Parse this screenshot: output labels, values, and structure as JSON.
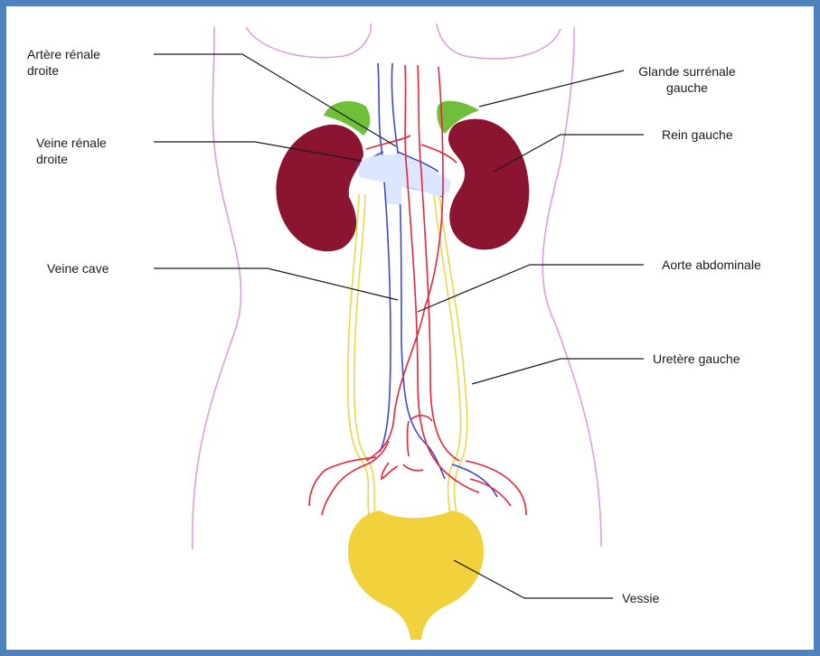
{
  "labels": {
    "artere_renale_droite": [
      "Artère rénale",
      "droite"
    ],
    "veine_renale_droite": [
      "Veine rénale",
      "droite"
    ],
    "veine_cave": "Veine cave",
    "glande_surrenale_gauche": [
      "Glande surrénale",
      "gauche"
    ],
    "rein_gauche": "Rein gauche",
    "aorte_abdominale": "Aorte abdominale",
    "uretere_gauche": "Uretère gauche",
    "vessie": "Vessie"
  },
  "colors": {
    "frame": "#4f81bd",
    "body_outline": "#d9a2d9",
    "kidney": "#8b1530",
    "adrenal": "#6fbf3a",
    "artery": "#e8243a",
    "vein": "#3a48d8",
    "ureter": "#e8d84a",
    "bladder": "#f2d23c",
    "leader_line": "#1a1a1a"
  }
}
